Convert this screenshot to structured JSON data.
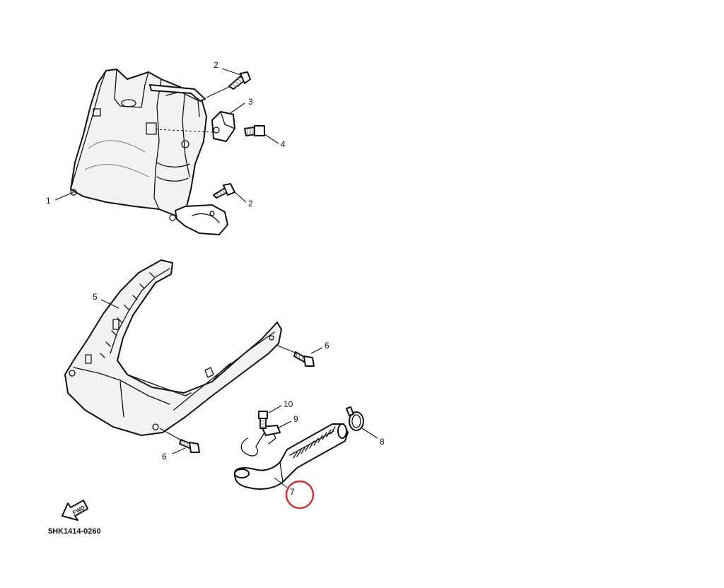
{
  "diagram": {
    "callouts": {
      "c1": "1",
      "c2a": "2",
      "c2b": "2",
      "c3": "3",
      "c4": "4",
      "c5": "5",
      "c6a": "6",
      "c6b": "6",
      "c7": "7",
      "c8": "8",
      "c9": "9",
      "c10": "10"
    },
    "fwd_label": "FWD",
    "drawing_code": "5HK1414-0260",
    "highlighted_callout": "7",
    "highlight_color": "#e0262b"
  }
}
